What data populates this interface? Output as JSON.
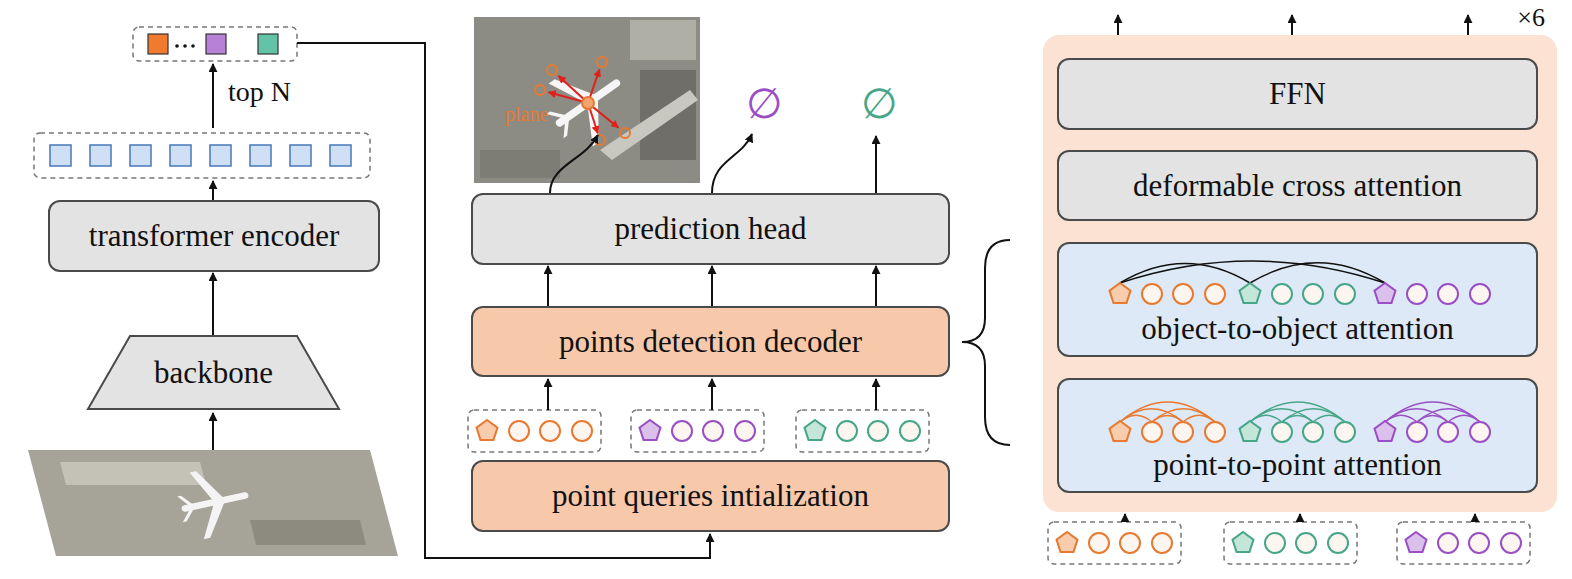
{
  "diagram": {
    "nodes": [
      {
        "text": [
          "transformer encoder"
        ]
      },
      {
        "text": [
          "backbone"
        ]
      },
      {
        "text": [
          "prediction head"
        ]
      },
      {
        "text": [
          "points detection decoder"
        ]
      },
      {
        "text": [
          "point queries intialization"
        ]
      },
      {
        "text": [
          "×6"
        ]
      },
      {
        "text": [
          "FFN"
        ],
        "in": 5
      },
      {
        "text": [
          "deformable cross attention"
        ],
        "in": 5
      },
      {
        "text": [
          "object-to-object attention"
        ],
        "in": 5
      },
      {
        "text": [
          "point-to-point attention"
        ],
        "in": 5
      }
    ],
    "edges": [
      {
        "from": 1,
        "to": 0,
        "arrow": "to"
      },
      {
        "from": 3,
        "to": 2,
        "arrow": "to"
      },
      {
        "from": 3,
        "to": 2,
        "arrow": "to"
      },
      {
        "from": 3,
        "to": 2,
        "arrow": "to"
      }
    ],
    "labels": [
      "top N",
      "plane",
      "∅",
      "∅"
    ]
  }
}
